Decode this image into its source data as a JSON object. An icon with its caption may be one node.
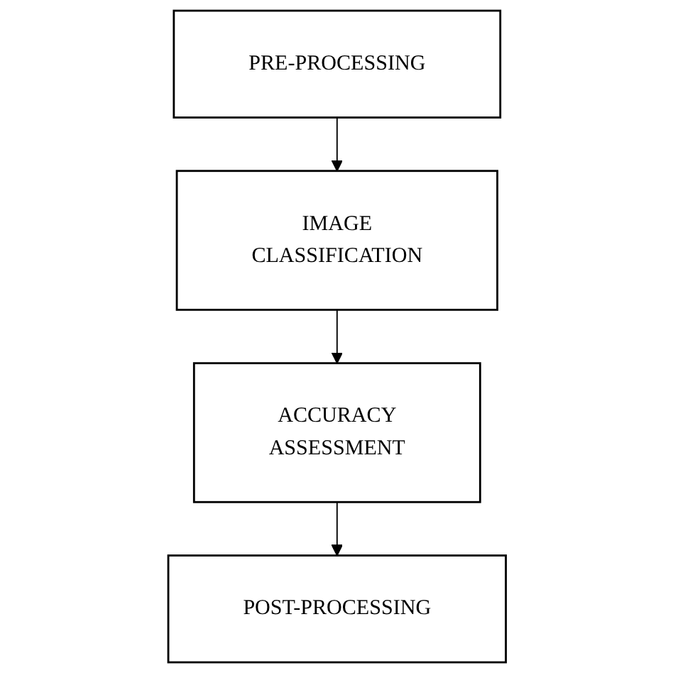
{
  "diagram": {
    "nodes": [
      {
        "text": [
          "PRE-PROCESSING"
        ]
      },
      {
        "text": [
          "IMAGE CLASSIFICATION"
        ]
      },
      {
        "text": [
          "ACCURACY ASSESSMENT"
        ]
      },
      {
        "text": [
          "POST-PROCESSING"
        ]
      }
    ],
    "edges": [
      {
        "from": 0,
        "to": 1,
        "arrow": "to"
      },
      {
        "from": 1,
        "to": 2,
        "arrow": "to"
      },
      {
        "from": 2,
        "to": 3,
        "arrow": "to"
      }
    ]
  }
}
